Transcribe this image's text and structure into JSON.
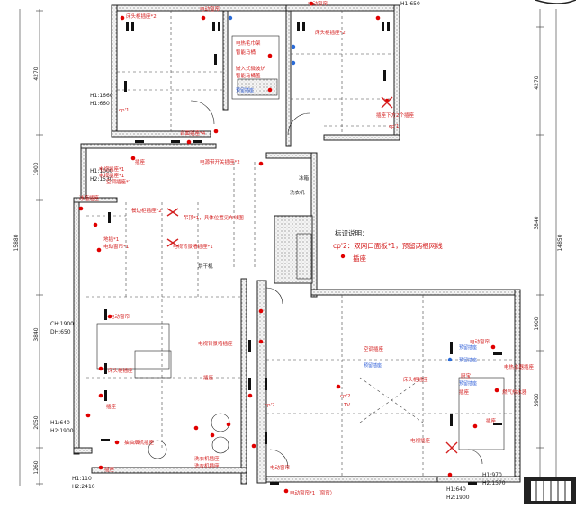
{
  "legend": {
    "title": "标识说明：",
    "line1": "cp'2：双网口面板*1，预留两根网线",
    "line2": "插座"
  },
  "dimensions": {
    "left": [
      "4270",
      "1900",
      "3840",
      "2050",
      "1260"
    ],
    "left_total": "15880",
    "right": [
      "4270",
      "3840",
      "1600",
      "3900"
    ],
    "right_total": "14850"
  },
  "heights": {
    "h_top_left_1": "H1:1660",
    "h_top_left_2": "H1:660",
    "h_mid_left_1": "H1:1000",
    "h_mid_left_2": "H2:1530",
    "h_top_right": "H1:650",
    "ch_1": "CH:1900",
    "ch_2": "DH:650",
    "h_low_left_1": "H1:640",
    "h_low_left_2": "H2:1900",
    "h_bottom_left_1": "H1:110",
    "h_bottom_left_2": "H2:2410",
    "h_bottom_mid_1": "H1:640",
    "h_bottom_mid_2": "H2:1900",
    "h_bottom_right_1": "H1:970",
    "h_bottom_right_2": "H2:1570"
  },
  "labels": {
    "red": [
      "床头柜插座*2",
      "电动窗帘",
      "电热毛巾架",
      "智能马桶",
      "床头柜插座*2",
      "电动窗帘",
      "嵌入式微波炉",
      "智能马桶盖",
      "cp'1",
      "cp'1",
      "插座下方2个插座",
      "台面插座*4",
      "插座",
      "电源带开关插座*2",
      "电视插座*1",
      "电视插座*1",
      "空调插座*1",
      "餐边柜插座*2",
      "冰箱插座",
      "吊顶*1，具体位置见布线图",
      "电视背景墙插座*1",
      "地插*1",
      "电动窗帘*1",
      "电视背景墙插座",
      "洗衣机插座",
      "电动窗帘",
      "床头柜插座",
      "cp'2",
      "cp'2",
      "TV",
      "电动窗帘",
      "电动窗帘*1（窗帘）",
      "抽油烟机插座",
      "洗衣机插座",
      "电热水器插座",
      "燃气热水器",
      "电动窗帘",
      "床头柜插座",
      "空调插座",
      "插座",
      "厨宝",
      "电视插座",
      "插座",
      "插座",
      "插座",
      "插座"
    ],
    "blue": [
      "预留插座",
      "预留插座",
      "预留插座",
      "预留插座",
      "预留插座"
    ],
    "dark": [
      "冰箱",
      "洗衣机",
      "烘干机"
    ]
  }
}
